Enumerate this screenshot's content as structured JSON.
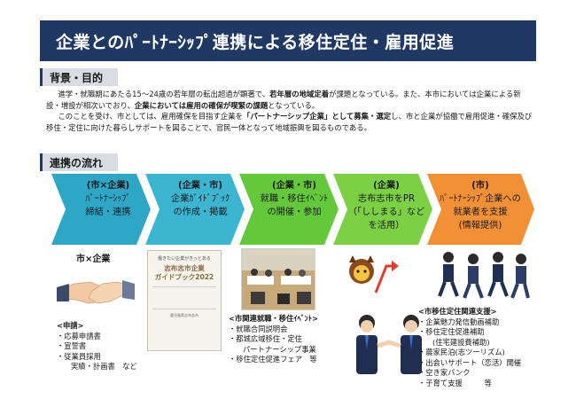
{
  "title": "企業とのﾊﾟｰﾄﾅｰｼｯﾌﾟ連携による移住定住・雇用促進",
  "background_section": {
    "label": "背景・目的",
    "para1_a": "進学・就職期にあたる15～24歳の若年層の転出超過が顕著で、",
    "para1_b": "若年層の地域定着",
    "para1_c": "が課題となっている。また、本市においては企業による新設・増設が相次いでおり、",
    "para1_d": "企業においては雇用の確保が喫緊の課題",
    "para1_e": "となっている。",
    "para2_a": "このことを受け、市としては、雇用確保を目指す企業を",
    "para2_b": "「パートナーシップ企業」として募集・選定",
    "para2_c": "し、市と企業が協働で雇用促進・確保及び移住・定住に向けた暮らしサポートを図ることで、官民一体となって地域振興を図るものである。"
  },
  "flow_section": {
    "label": "連携の流れ",
    "steps": [
      {
        "head": "(市×企業)",
        "line1": "ﾊﾟｰﾄﾅｰｼｯﾌﾟ",
        "line2": "締結・連携",
        "color": "#31a9c7"
      },
      {
        "head": "(企業・市)",
        "line1": "企業ｶﾞｲﾄﾞﾌﾞｯｸ",
        "line2": "の作成・掲載",
        "color": "#31a9c7"
      },
      {
        "head": "(企業・市)",
        "line1": "就職・移住ｲﾍﾞﾝﾄ",
        "line2": "の開催・参加",
        "color": "#6ccc3b"
      },
      {
        "head": "(企業)",
        "line1": "志布志市をPR",
        "line2": "（「ししまる」など",
        "line3": "を活用）",
        "color": "#6ccc3b"
      },
      {
        "head": "(市)",
        "line1": "ﾊﾟｰﾄﾅｰｼｯﾌﾟ企業への",
        "line2": "就業者を支援",
        "line3": "(情報提供)",
        "color": "#f28a2e"
      }
    ]
  },
  "col1": {
    "label": "市×企業",
    "list_head": "<申請>",
    "items": [
      "・応募申請書",
      "・宣誓書",
      "・従業員採用"
    ],
    "item_indent": "実績・計画書　など"
  },
  "guidebook": {
    "small_top": "働きたい企業がきっとある",
    "title_line1": "志布志市企業",
    "title_line2": "ガイドブック2022",
    "publisher": "鹿児島県志布志市"
  },
  "col3": {
    "list_head": "<市関連就職・移住ｲﾍﾞﾝﾄ>",
    "items": [
      "・就職合同説明会",
      "・都城広域移住・定住"
    ],
    "item_indent": "パートナーシップ事業",
    "item_last": "・移住定住促進フェア　等"
  },
  "col5": {
    "list_head": "<市移住定住関連支援>",
    "items": [
      "・企業魅力発信動画補助",
      "・移住定住促進補助"
    ],
    "item_indent": "(住宅建設費補助)",
    "items2": [
      "・農家民泊(志ツーリズム)",
      "・出会いサポート（恋活）開催",
      "・空き家バンク",
      "・子育て支援　　　等"
    ]
  }
}
